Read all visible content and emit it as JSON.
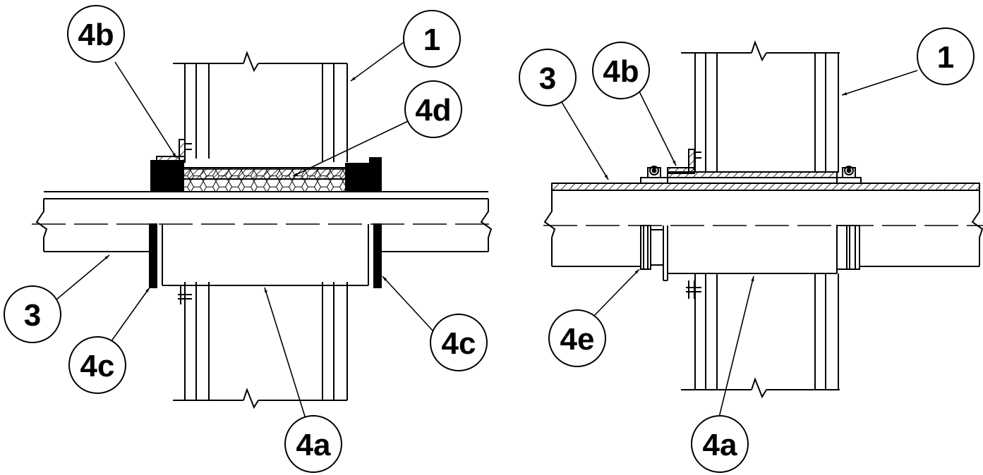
{
  "left_detail": {
    "callouts": [
      {
        "id": "4b",
        "label": "4b"
      },
      {
        "id": "1",
        "label": "1"
      },
      {
        "id": "4d",
        "label": "4d"
      },
      {
        "id": "3",
        "label": "3"
      },
      {
        "id": "4c-left",
        "label": "4c"
      },
      {
        "id": "4c-right",
        "label": "4c"
      },
      {
        "id": "4a",
        "label": "4a"
      }
    ]
  },
  "right_detail": {
    "callouts": [
      {
        "id": "3",
        "label": "3"
      },
      {
        "id": "4b",
        "label": "4b"
      },
      {
        "id": "1",
        "label": "1"
      },
      {
        "id": "4e",
        "label": "4e"
      },
      {
        "id": "4a",
        "label": "4a"
      }
    ]
  },
  "colors": {
    "line": "#000000",
    "background": "#ffffff"
  }
}
